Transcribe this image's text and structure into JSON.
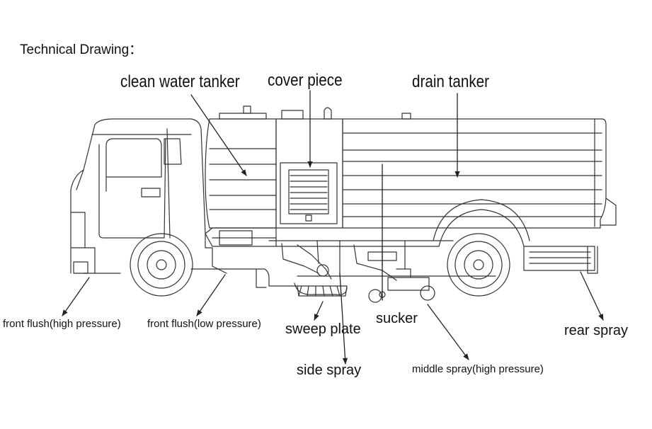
{
  "title": "Technical Drawing：",
  "labels": {
    "clean_water_tanker": "clean water tanker",
    "cover_piece": "cover piece",
    "drain_tanker": "drain tanker",
    "front_flush_high": "front flush(high pressure)",
    "front_flush_low": "front flush(low pressure)",
    "sweep_plate": "sweep plate",
    "sucker": "sucker",
    "rear_spray": "rear spray",
    "side_spray": "side spray",
    "middle_spray": "middle spray(high pressure)"
  }
}
